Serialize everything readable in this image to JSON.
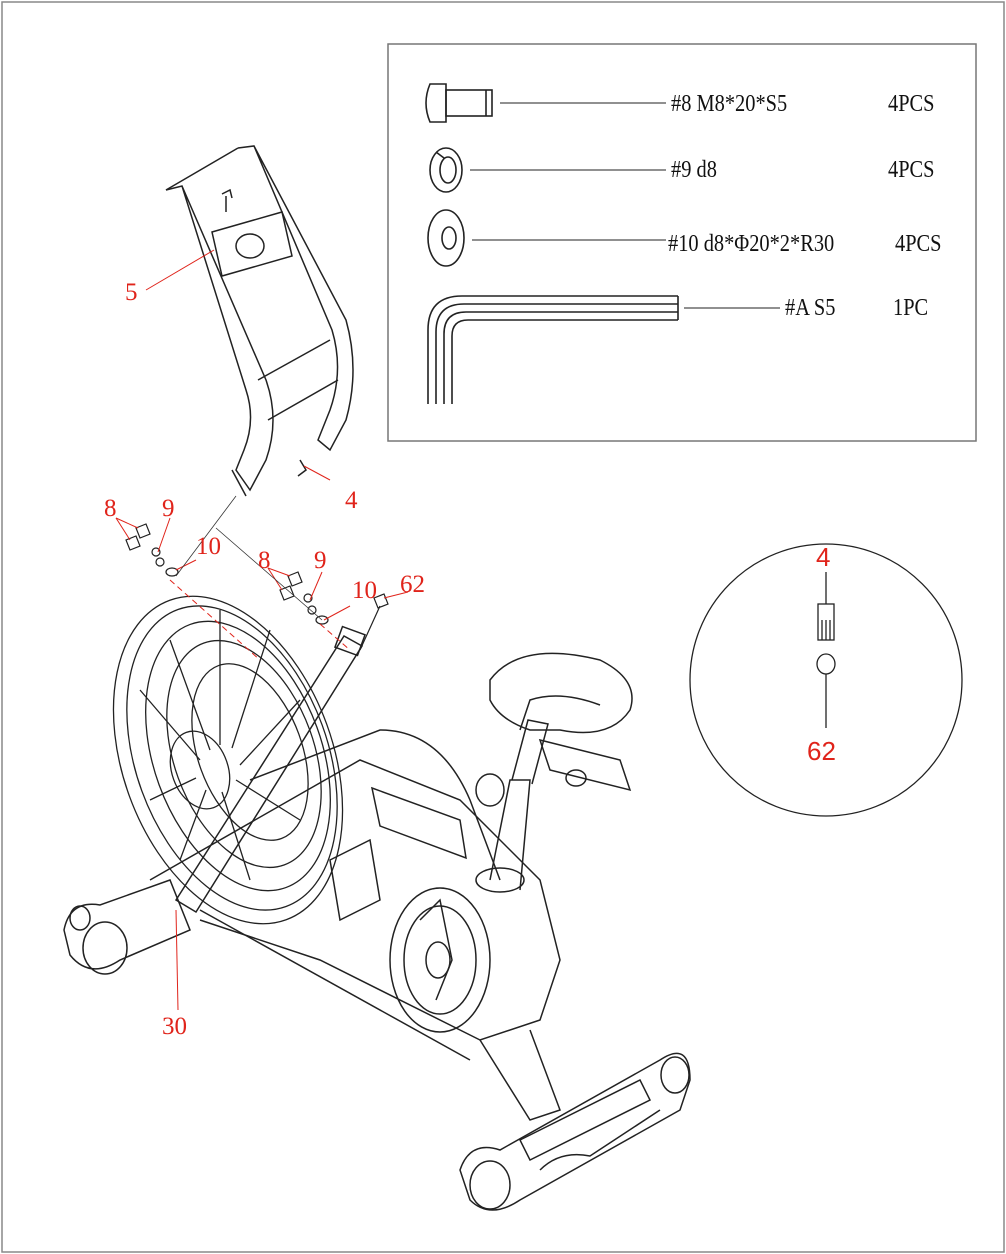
{
  "hardware_list": [
    {
      "code": "#8",
      "spec": "M8*20*S5",
      "qty": "4PCS"
    },
    {
      "code": "#9",
      "spec": "d8",
      "qty": "4PCS"
    },
    {
      "code": "#10",
      "spec": "d8*Φ20*2*R30",
      "qty": "4PCS"
    },
    {
      "code": "#A",
      "spec": "S5",
      "qty": "1PC"
    }
  ],
  "callouts": {
    "handlebar": "5",
    "bolt_4": "4",
    "bolt_left": "8",
    "spring_washer_left": "9",
    "flat_washer_left": "10",
    "bolt_right": "8",
    "spring_washer_right": "9",
    "flat_washer_right": "10",
    "connector": "62",
    "frame": "30"
  },
  "detail": {
    "top": "4",
    "bottom": "62"
  },
  "colors": {
    "callout": "#e0241b",
    "line": "#222222",
    "frame": "#888888"
  }
}
